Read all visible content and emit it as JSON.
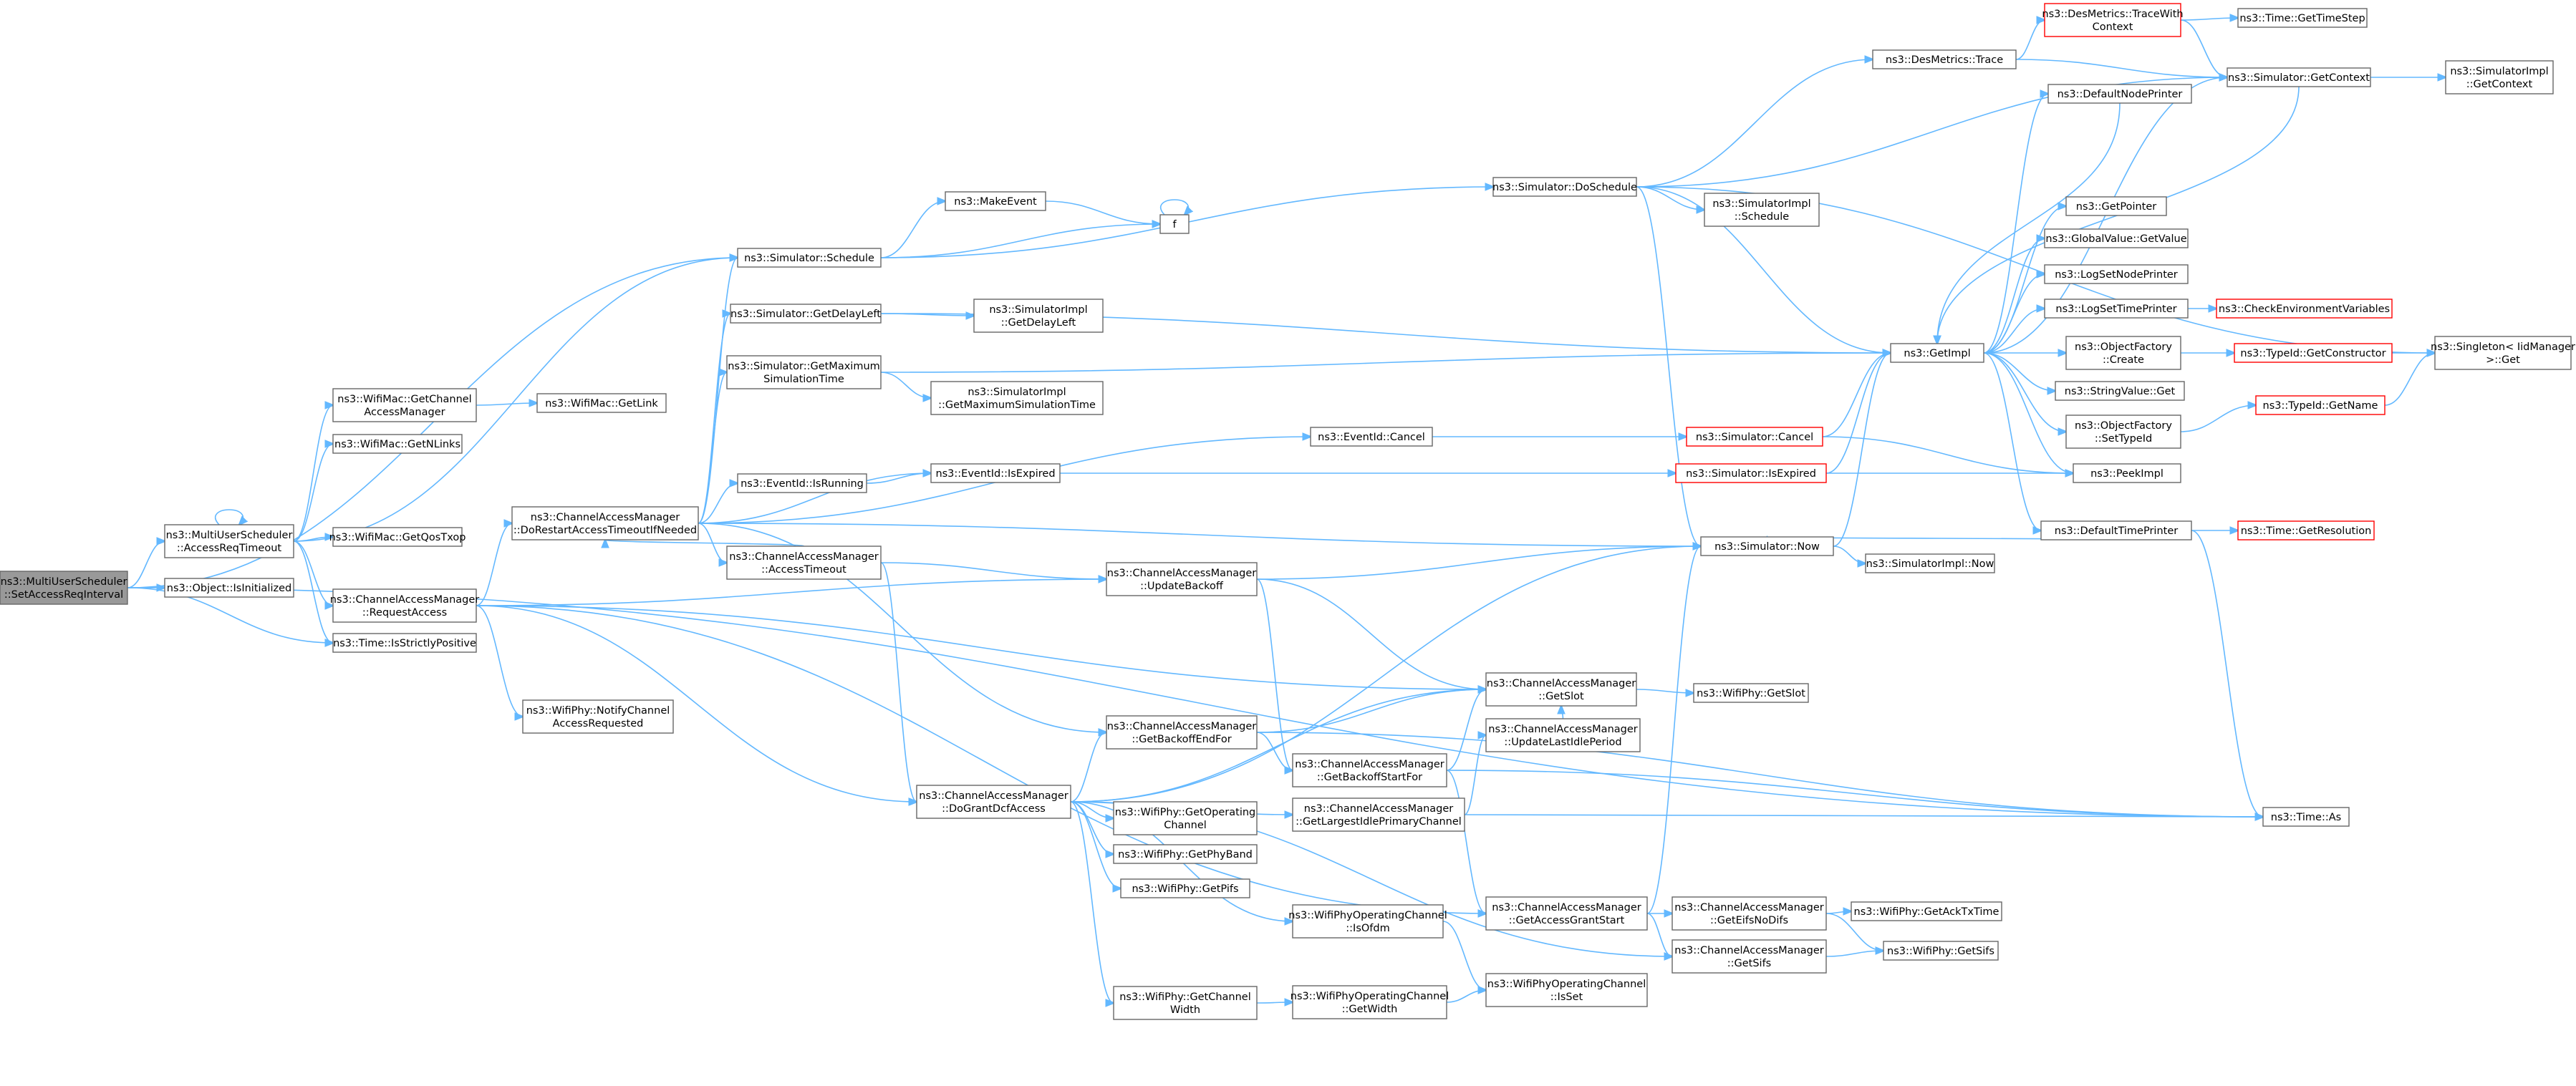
{
  "diagram": {
    "colors": {
      "background": "#ffffff",
      "edge": "#63b8ff",
      "box_border": "#666666",
      "root_fill": "#999999",
      "truncated_border": "#ff0000",
      "text": "#000000"
    },
    "nodes": [
      {
        "id": "root",
        "lines": [
          "ns3::MultiUserScheduler",
          "::SetAccessReqInterval"
        ],
        "root": true
      },
      {
        "id": "accessReqTimeout",
        "lines": [
          "ns3::MultiUserScheduler",
          "::AccessReqTimeout"
        ]
      },
      {
        "id": "isInitialized",
        "lines": [
          "ns3::Object::IsInitialized"
        ]
      },
      {
        "id": "isStrictlyPositive",
        "lines": [
          "ns3::Time::IsStrictlyPositive"
        ]
      },
      {
        "id": "getChannelAccessManager",
        "lines": [
          "ns3::WifiMac::GetChannel",
          "AccessManager"
        ]
      },
      {
        "id": "getNLinks",
        "lines": [
          "ns3::WifiMac::GetNLinks"
        ]
      },
      {
        "id": "getQosTxop",
        "lines": [
          "ns3::WifiMac::GetQosTxop"
        ]
      },
      {
        "id": "getLink",
        "lines": [
          "ns3::WifiMac::GetLink"
        ]
      },
      {
        "id": "requestAccess",
        "lines": [
          "ns3::ChannelAccessManager",
          "::RequestAccess"
        ]
      },
      {
        "id": "notifyChannelAccessRequested",
        "lines": [
          "ns3::WifiPhy::NotifyChannel",
          "AccessRequested"
        ]
      },
      {
        "id": "doRestart",
        "lines": [
          "ns3::ChannelAccessManager",
          "::DoRestartAccessTimeoutIfNeeded"
        ]
      },
      {
        "id": "schedule",
        "lines": [
          "ns3::Simulator::Schedule"
        ]
      },
      {
        "id": "getDelayLeft",
        "lines": [
          "ns3::Simulator::GetDelayLeft"
        ]
      },
      {
        "id": "getMaxSimTime",
        "lines": [
          "ns3::Simulator::GetMaximum",
          "SimulationTime"
        ]
      },
      {
        "id": "eventIsRunning",
        "lines": [
          "ns3::EventId::IsRunning"
        ]
      },
      {
        "id": "accessTimeout",
        "lines": [
          "ns3::ChannelAccessManager",
          "::AccessTimeout"
        ]
      },
      {
        "id": "makeEvent",
        "lines": [
          "ns3::MakeEvent"
        ]
      },
      {
        "id": "f",
        "lines": [
          "f"
        ]
      },
      {
        "id": "implGetDelayLeft",
        "lines": [
          "ns3::SimulatorImpl",
          "::GetDelayLeft"
        ]
      },
      {
        "id": "implGetMaxSimTime",
        "lines": [
          "ns3::SimulatorImpl",
          "::GetMaximumSimulationTime"
        ]
      },
      {
        "id": "eventIsExpired",
        "lines": [
          "ns3::EventId::IsExpired"
        ]
      },
      {
        "id": "eventCancel",
        "lines": [
          "ns3::EventId::Cancel"
        ]
      },
      {
        "id": "updateBackoff",
        "lines": [
          "ns3::ChannelAccessManager",
          "::UpdateBackoff"
        ]
      },
      {
        "id": "doGrantDcfAccess",
        "lines": [
          "ns3::ChannelAccessManager",
          "::DoGrantDcfAccess"
        ]
      },
      {
        "id": "getBackoffEndFor",
        "lines": [
          "ns3::ChannelAccessManager",
          "::GetBackoffEndFor"
        ]
      },
      {
        "id": "getOperatingChannel",
        "lines": [
          "ns3::WifiPhy::GetOperating",
          "Channel"
        ]
      },
      {
        "id": "getPhyBand",
        "lines": [
          "ns3::WifiPhy::GetPhyBand"
        ]
      },
      {
        "id": "getPifs",
        "lines": [
          "ns3::WifiPhy::GetPifs"
        ]
      },
      {
        "id": "getChannelWidth",
        "lines": [
          "ns3::WifiPhy::GetChannel",
          "Width"
        ]
      },
      {
        "id": "getBackoffStartFor",
        "lines": [
          "ns3::ChannelAccessManager",
          "::GetBackoffStartFor"
        ]
      },
      {
        "id": "getLargestIdle",
        "lines": [
          "ns3::ChannelAccessManager",
          "::GetLargestIdlePrimaryChannel"
        ]
      },
      {
        "id": "isOfdm",
        "lines": [
          "ns3::WifiPhyOperatingChannel",
          "::IsOfdm"
        ]
      },
      {
        "id": "opGetWidth",
        "lines": [
          "ns3::WifiPhyOperatingChannel",
          "::GetWidth"
        ]
      },
      {
        "id": "doSchedule",
        "lines": [
          "ns3::Simulator::DoSchedule"
        ]
      },
      {
        "id": "implSchedule",
        "lines": [
          "ns3::SimulatorImpl",
          "::Schedule"
        ]
      },
      {
        "id": "desTrace",
        "lines": [
          "ns3::DesMetrics::Trace"
        ]
      },
      {
        "id": "traceWithContext",
        "lines": [
          "ns3::DesMetrics::TraceWith",
          "Context"
        ],
        "truncated": true
      },
      {
        "id": "getTimeStep",
        "lines": [
          "ns3::Time::GetTimeStep"
        ]
      },
      {
        "id": "simGetContext",
        "lines": [
          "ns3::Simulator::GetContext"
        ]
      },
      {
        "id": "implGetContext",
        "lines": [
          "ns3::SimulatorImpl",
          "::GetContext"
        ]
      },
      {
        "id": "defaultNodePrinter",
        "lines": [
          "ns3::DefaultNodePrinter"
        ]
      },
      {
        "id": "getImpl",
        "lines": [
          "ns3::GetImpl"
        ]
      },
      {
        "id": "simCancel",
        "lines": [
          "ns3::Simulator::Cancel"
        ],
        "truncated": true
      },
      {
        "id": "simIsExpired",
        "lines": [
          "ns3::Simulator::IsExpired"
        ],
        "truncated": true
      },
      {
        "id": "simNow",
        "lines": [
          "ns3::Simulator::Now"
        ]
      },
      {
        "id": "implNow",
        "lines": [
          "ns3::SimulatorImpl::Now"
        ]
      },
      {
        "id": "getSlot",
        "lines": [
          "ns3::ChannelAccessManager",
          "::GetSlot"
        ]
      },
      {
        "id": "phyGetSlot",
        "lines": [
          "ns3::WifiPhy::GetSlot"
        ]
      },
      {
        "id": "updateLastIdle",
        "lines": [
          "ns3::ChannelAccessManager",
          "::UpdateLastIdlePeriod"
        ]
      },
      {
        "id": "getAccessGrantStart",
        "lines": [
          "ns3::ChannelAccessManager",
          "::GetAccessGrantStart"
        ]
      },
      {
        "id": "opIsSet",
        "lines": [
          "ns3::WifiPhyOperatingChannel",
          "::IsSet"
        ]
      },
      {
        "id": "getEifsNoDifs",
        "lines": [
          "ns3::ChannelAccessManager",
          "::GetEifsNoDifs"
        ]
      },
      {
        "id": "camGetSifs",
        "lines": [
          "ns3::ChannelAccessManager",
          "::GetSifs"
        ]
      },
      {
        "id": "getAckTxTime",
        "lines": [
          "ns3::WifiPhy::GetAckTxTime"
        ]
      },
      {
        "id": "phyGetSifs",
        "lines": [
          "ns3::WifiPhy::GetSifs"
        ]
      },
      {
        "id": "getPointer",
        "lines": [
          "ns3::GetPointer"
        ]
      },
      {
        "id": "globalGetValue",
        "lines": [
          "ns3::GlobalValue::GetValue"
        ]
      },
      {
        "id": "logSetNodePrinter",
        "lines": [
          "ns3::LogSetNodePrinter"
        ]
      },
      {
        "id": "logSetTimePrinter",
        "lines": [
          "ns3::LogSetTimePrinter"
        ]
      },
      {
        "id": "checkEnvVars",
        "lines": [
          "ns3::CheckEnvironmentVariables"
        ],
        "truncated": true
      },
      {
        "id": "ofCreate",
        "lines": [
          "ns3::ObjectFactory",
          "::Create"
        ]
      },
      {
        "id": "getConstructor",
        "lines": [
          "ns3::TypeId::GetConstructor"
        ],
        "truncated": true
      },
      {
        "id": "stringValueGet",
        "lines": [
          "ns3::StringValue::Get"
        ]
      },
      {
        "id": "ofSetTypeId",
        "lines": [
          "ns3::ObjectFactory",
          "::SetTypeId"
        ]
      },
      {
        "id": "typeIdGetName",
        "lines": [
          "ns3::TypeId::GetName"
        ],
        "truncated": true
      },
      {
        "id": "peekImpl",
        "lines": [
          "ns3::PeekImpl"
        ]
      },
      {
        "id": "singletonGet",
        "lines": [
          "ns3::Singleton< IidManager",
          ">::Get"
        ]
      },
      {
        "id": "defaultTimePrinter",
        "lines": [
          "ns3::DefaultTimePrinter"
        ]
      },
      {
        "id": "getResolution",
        "lines": [
          "ns3::Time::GetResolution"
        ],
        "truncated": true
      },
      {
        "id": "timeAs",
        "lines": [
          "ns3::Time::As"
        ]
      }
    ]
  }
}
